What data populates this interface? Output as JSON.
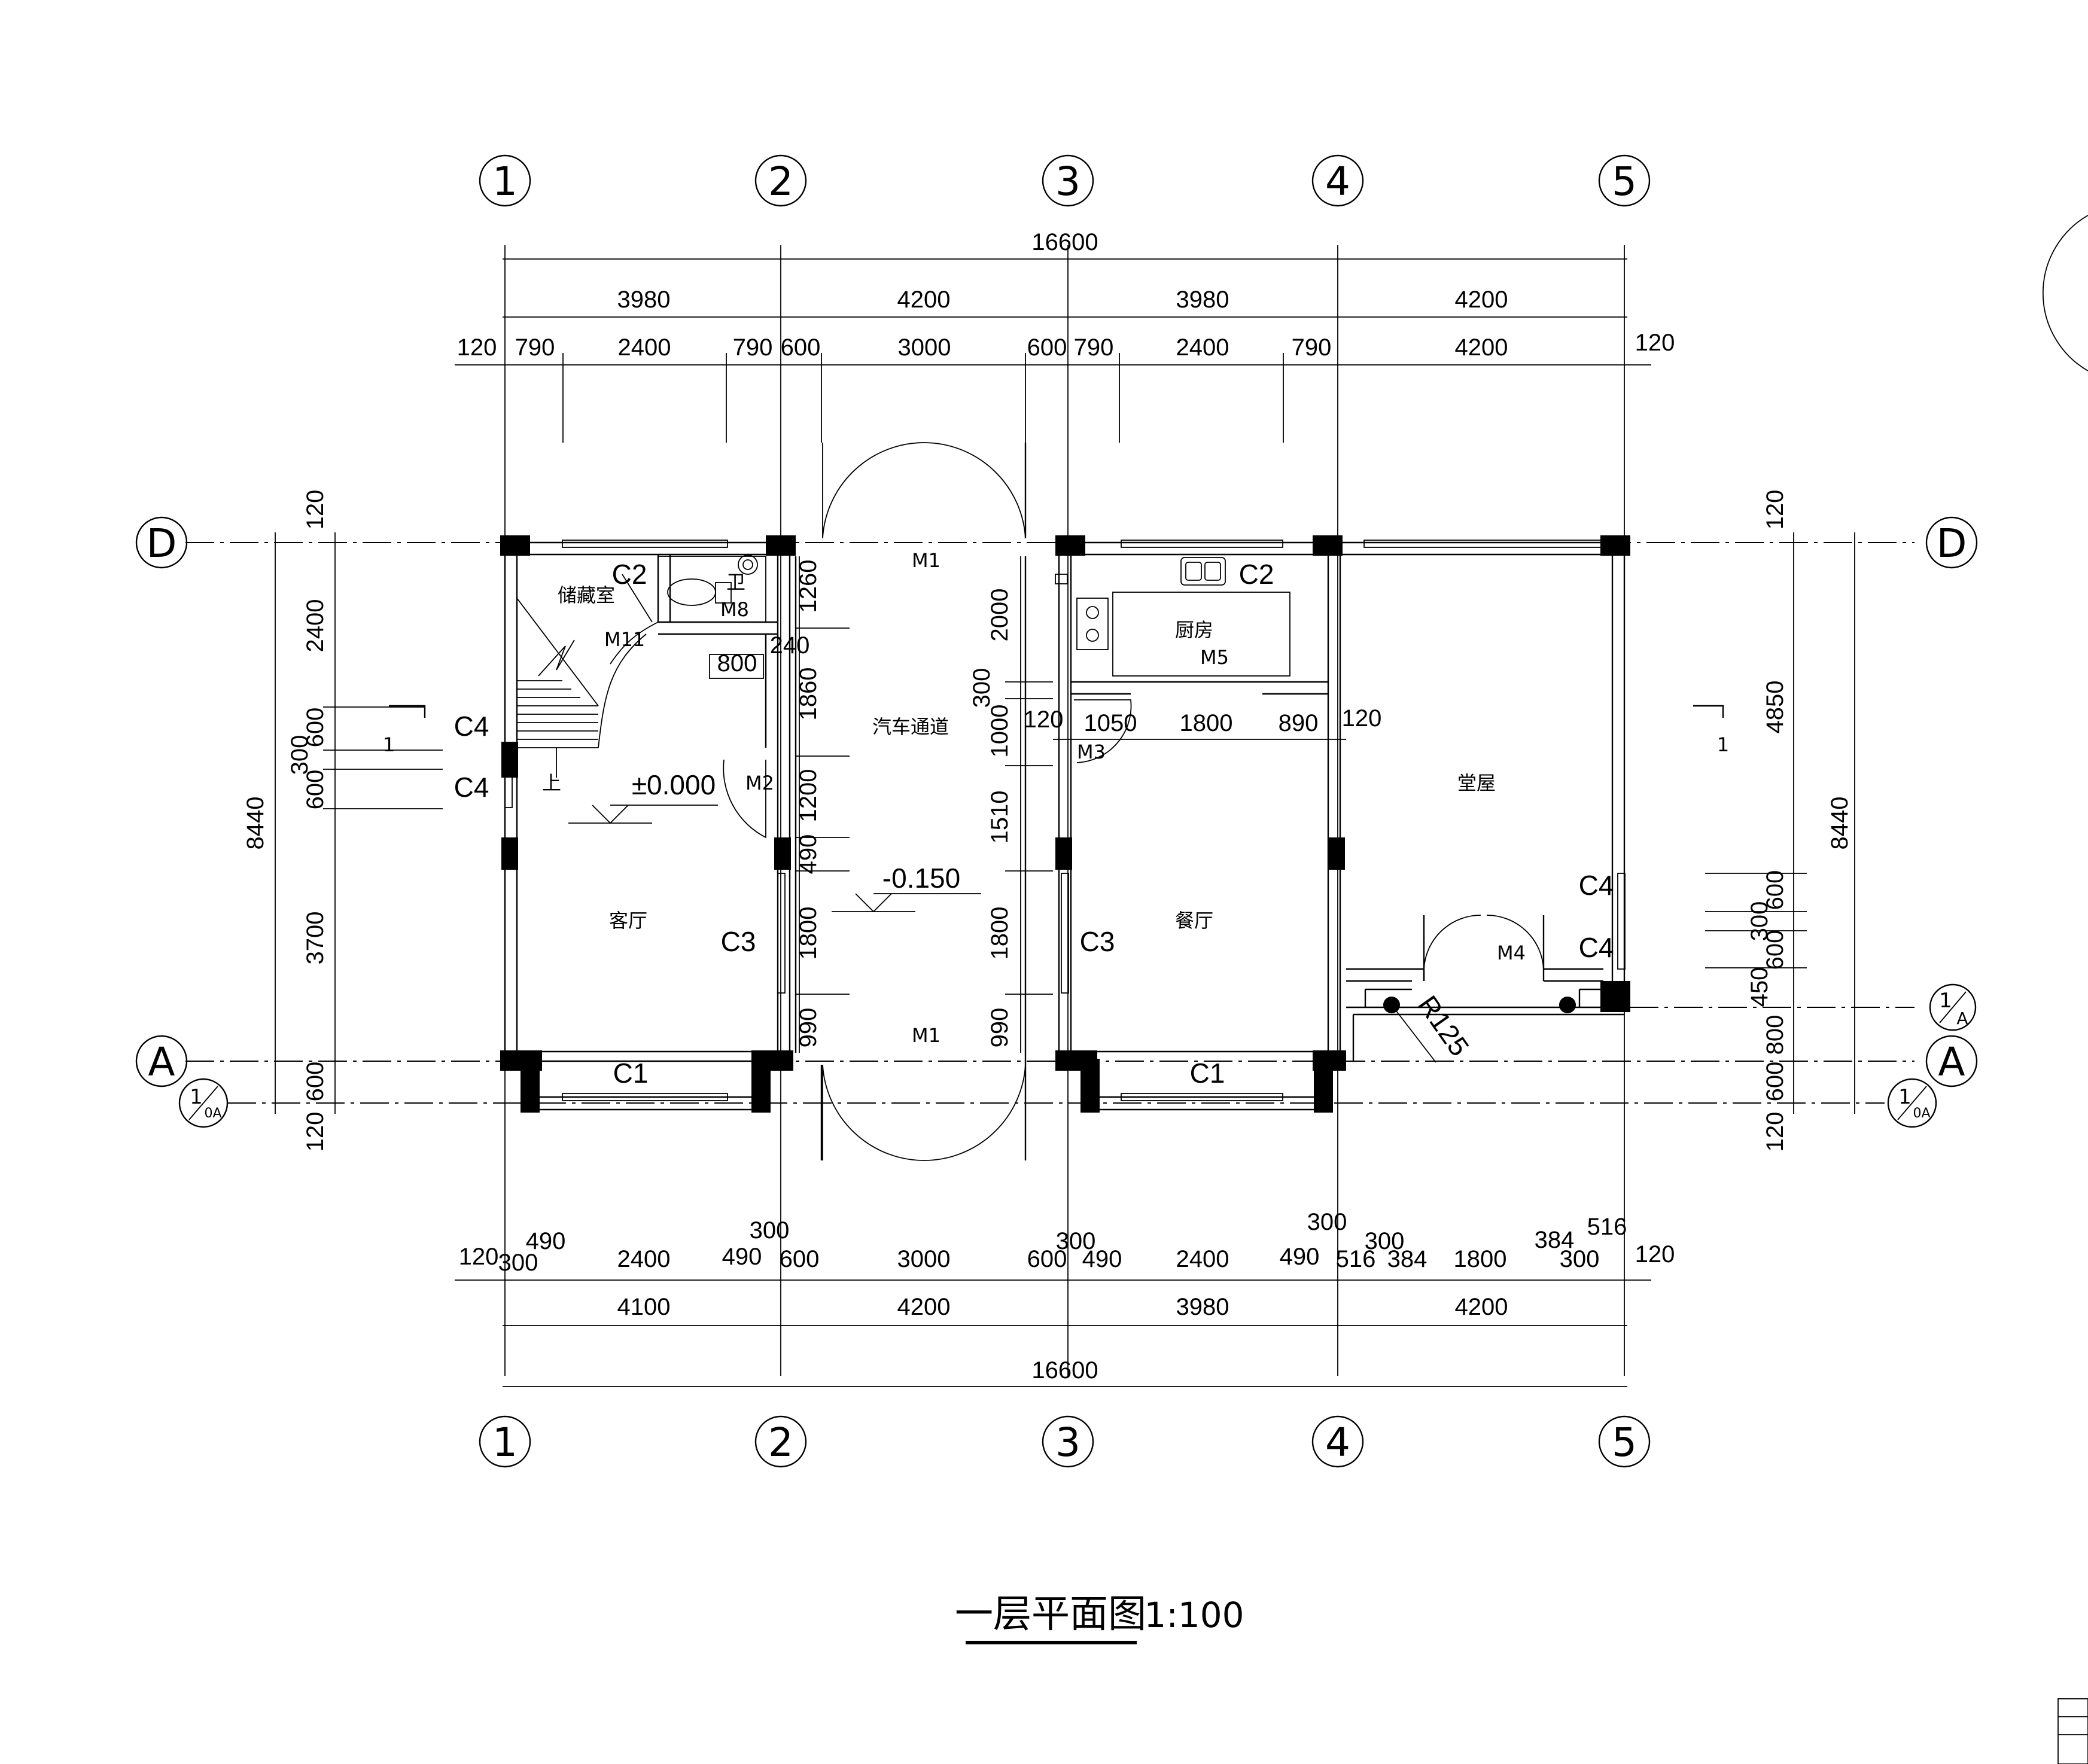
{
  "title": {
    "main": "一层平面图",
    "scale": "1:100"
  },
  "axes": {
    "vertical": [
      "1",
      "2",
      "3",
      "4",
      "5"
    ],
    "horizontal": [
      "D",
      "A"
    ]
  },
  "sub_axes": {
    "left_a": [
      "1",
      "0A"
    ],
    "right_a": [
      "1",
      "A"
    ],
    "right_0a": [
      "1",
      "0A"
    ]
  },
  "dims_top": {
    "overall": "16600",
    "row2": [
      "3980",
      "4200",
      "3980",
      "4200"
    ],
    "row3": [
      "120",
      "790",
      "2400",
      "790",
      "600",
      "3000",
      "600",
      "790",
      "2400",
      "790",
      "4200",
      "120"
    ]
  },
  "dims_bottom": {
    "overall": "16600",
    "row2": [
      "4100",
      "4200",
      "3980",
      "4200"
    ],
    "row3": [
      "120",
      "300",
      "490",
      "2400",
      "490",
      "300",
      "600",
      "3000",
      "600",
      "300",
      "490",
      "2400",
      "490",
      "300",
      "516",
      "300",
      "384",
      "1800",
      "384",
      "300",
      "516",
      "120"
    ]
  },
  "dims_left": {
    "overall": "8440",
    "parts": [
      "120",
      "2400",
      "600",
      "300",
      "600",
      "3700",
      "600",
      "120"
    ]
  },
  "dims_right": {
    "overall": "8440",
    "parts": [
      "120",
      "4850",
      "600",
      "300",
      "600",
      "450",
      "800",
      "600",
      "120"
    ]
  },
  "dims_corridor_left": [
    "1260",
    "240",
    "1860",
    "1200",
    "490",
    "1800",
    "990"
  ],
  "dims_corridor_right": [
    "2000",
    "300",
    "1000",
    "1510",
    "1800",
    "990"
  ],
  "dims_kitchen": [
    "120",
    "1050",
    "1800",
    "890",
    "120"
  ],
  "dims_misc": {
    "m8_width": "800"
  },
  "doors": [
    "M1",
    "M1",
    "M2",
    "M3",
    "M4",
    "M5",
    "M8",
    "M11"
  ],
  "windows": [
    "C1",
    "C1",
    "C2",
    "C2",
    "C3",
    "C3",
    "C4",
    "C4",
    "C4",
    "C4"
  ],
  "rooms": {
    "storage": "储藏室",
    "toilet": "卫",
    "living": "客厅",
    "car_passage": "汽车通道",
    "kitchen": "厨房",
    "dining": "餐厅",
    "hall": "堂屋"
  },
  "levels": {
    "living": "±0.000",
    "passage": "-0.150"
  },
  "stair_label": "上",
  "radius_label": "R125",
  "section_marks": [
    "1",
    "1"
  ]
}
